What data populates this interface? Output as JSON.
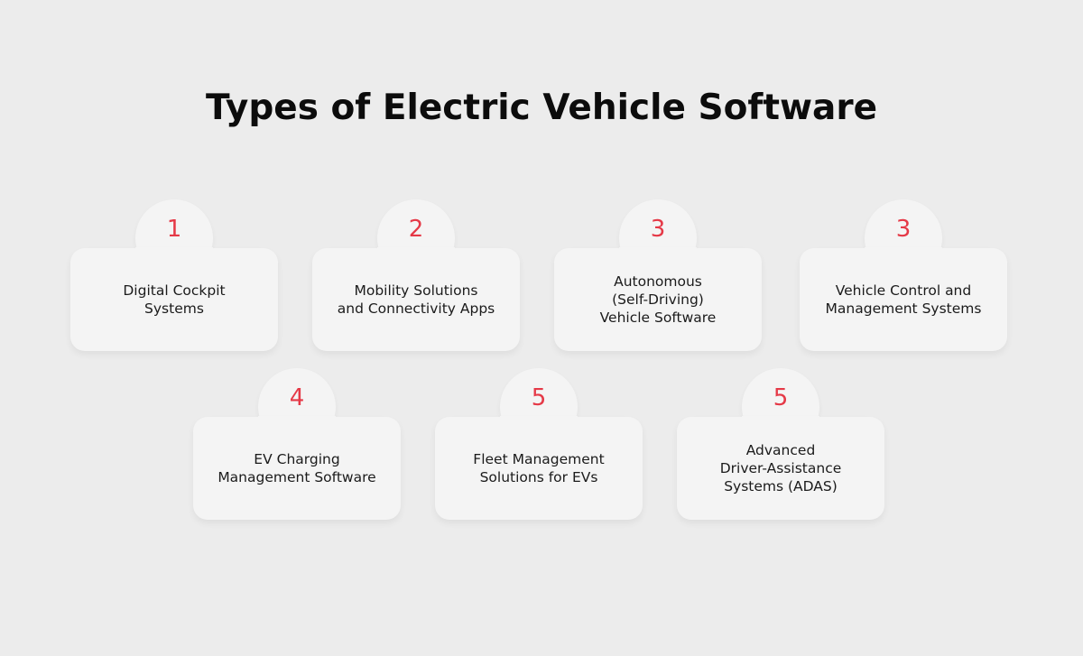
{
  "title": "Types of Electric Vehicle Software",
  "colors": {
    "background": "#ececec",
    "card": "#f4f4f4",
    "accent_number": "#e53947",
    "text": "#1b1b1b"
  },
  "cards": [
    {
      "number": "1",
      "label": "Digital Cockpit\nSystems"
    },
    {
      "number": "2",
      "label": "Mobility Solutions\nand Connectivity Apps"
    },
    {
      "number": "3",
      "label": "Autonomous\n(Self-Driving)\nVehicle Software"
    },
    {
      "number": "3",
      "label": "Vehicle Control and\nManagement Systems"
    },
    {
      "number": "4",
      "label": "EV Charging\nManagement Software"
    },
    {
      "number": "5",
      "label": "Fleet Management\nSolutions for EVs"
    },
    {
      "number": "5",
      "label": "Advanced\nDriver-Assistance\nSystems (ADAS)"
    }
  ]
}
